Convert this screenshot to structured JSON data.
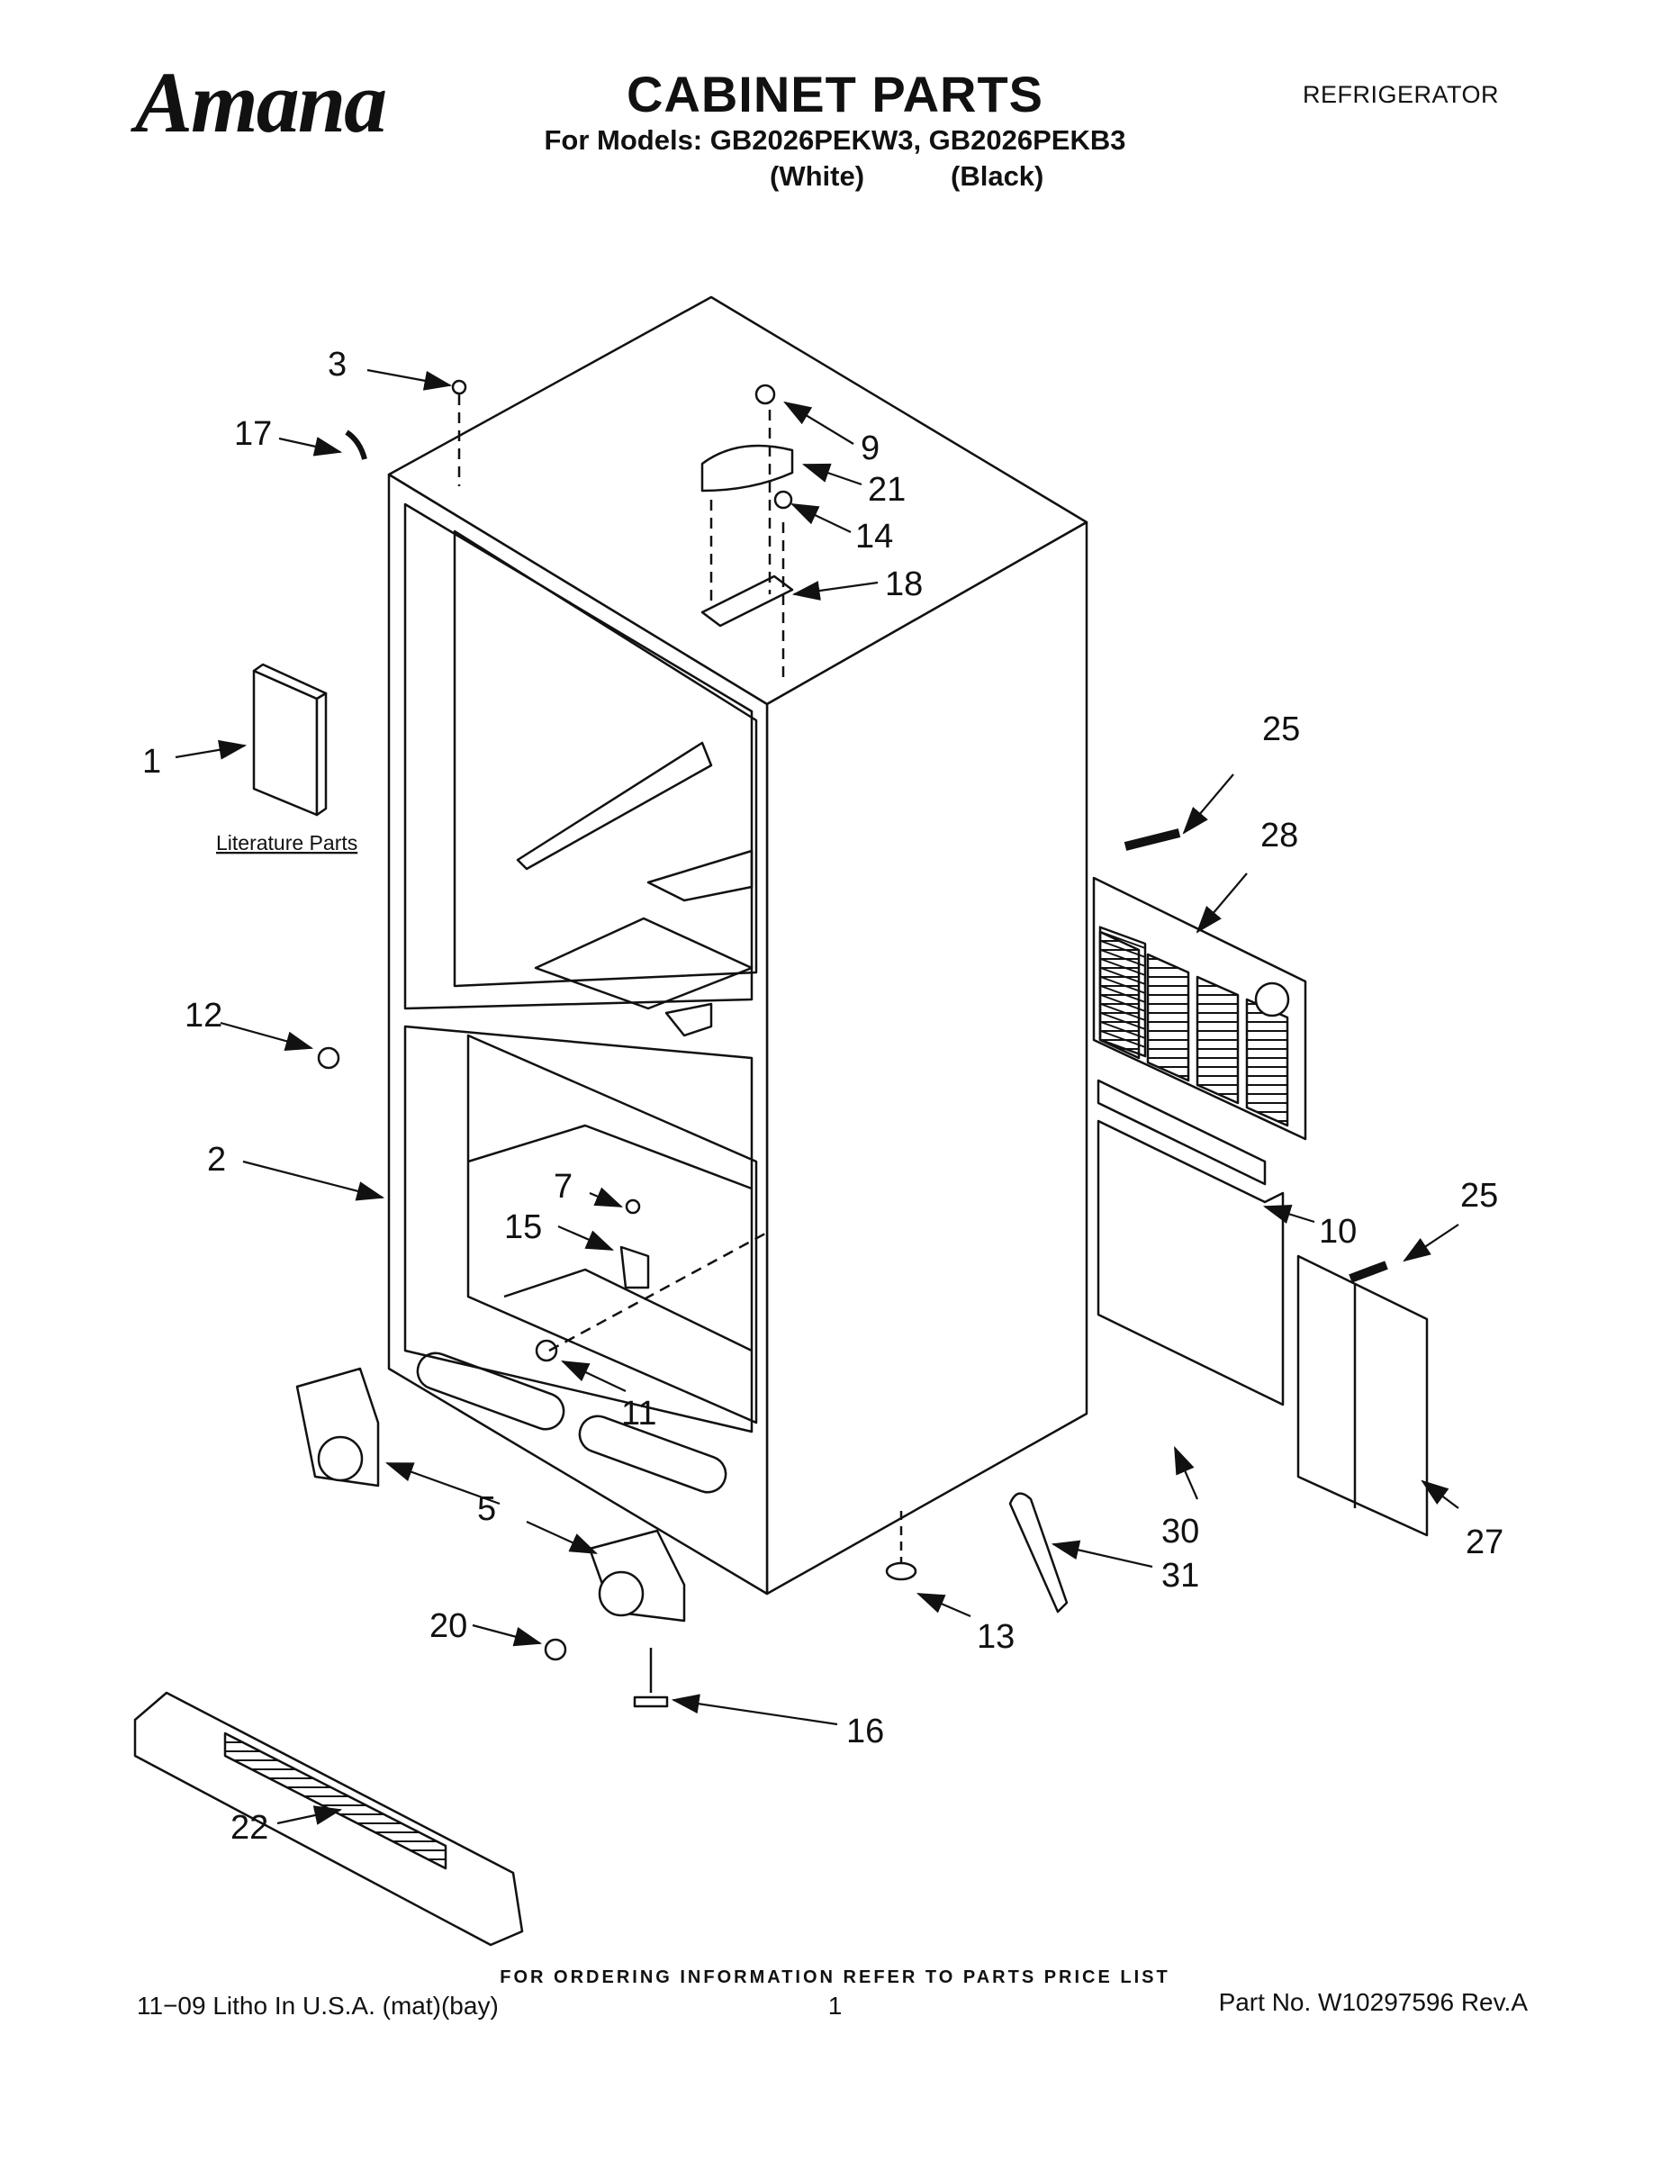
{
  "header": {
    "brand": "Amana",
    "title": "CABINET PARTS",
    "models_line": "For Models: GB2026PEKW3, GB2026PEKB3",
    "variant_white": "(White)",
    "variant_black": "(Black)",
    "category": "REFRIGERATOR"
  },
  "diagram": {
    "literature_label": "Literature Parts",
    "callouts": {
      "c1": "1",
      "c2": "2",
      "c3": "3",
      "c5": "5",
      "c7": "7",
      "c9": "9",
      "c10": "10",
      "c11": "11",
      "c12": "12",
      "c13": "13",
      "c14": "14",
      "c15": "15",
      "c16": "16",
      "c17": "17",
      "c18": "18",
      "c20": "20",
      "c21": "21",
      "c22": "22",
      "c25a": "25",
      "c25b": "25",
      "c27": "27",
      "c28": "28",
      "c30": "30",
      "c31": "31"
    }
  },
  "footer": {
    "ordering_info": "FOR ORDERING INFORMATION REFER TO PARTS PRICE LIST",
    "litho": "11−09 Litho In U.S.A. (mat)(bay)",
    "page_number": "1",
    "part_number": "Part No. W10297596 Rev.A"
  }
}
